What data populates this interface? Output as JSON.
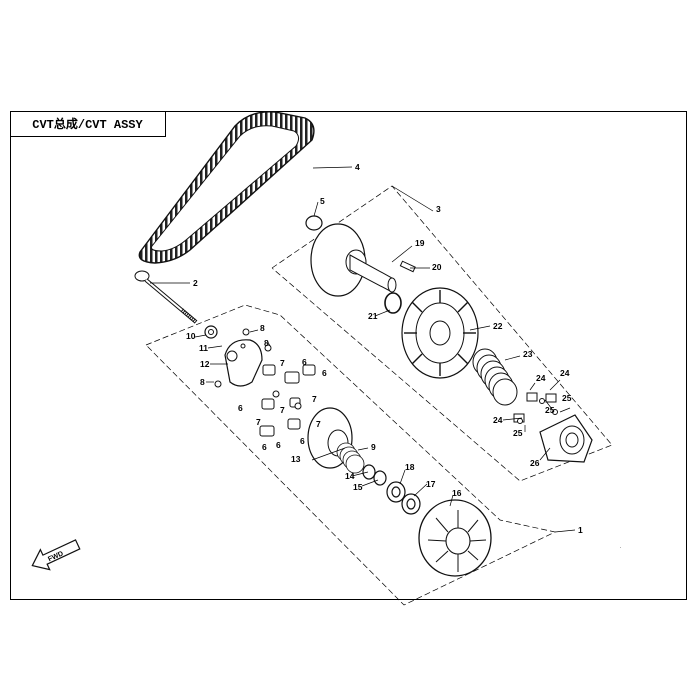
{
  "title": "CVT总成/CVT ASSY",
  "fwd_label": "FWD",
  "callouts": [
    "1",
    "2",
    "3",
    "4",
    "5",
    "6",
    "6",
    "6",
    "6",
    "6",
    "6",
    "7",
    "7",
    "7",
    "7",
    "7",
    "8",
    "8",
    "8",
    "9",
    "10",
    "11",
    "12",
    "13",
    "14",
    "15",
    "16",
    "17",
    "18",
    "19",
    "20",
    "21",
    "22",
    "23",
    "24",
    "24",
    "24",
    "25",
    "25",
    "25",
    "26"
  ]
}
